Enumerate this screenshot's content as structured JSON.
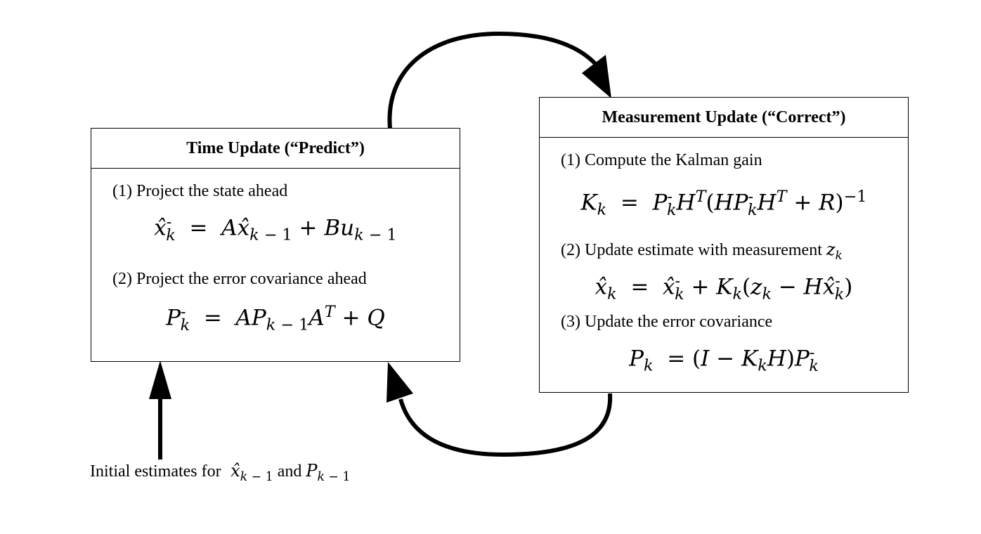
{
  "time_update": {
    "title": "Time Update (“Predict”)",
    "step1_label": "(1) Project the state ahead",
    "step1_equation": "x̂⁻ₖ = A x̂ₖ₋₁ + B uₖ₋₁",
    "step2_label": "(2) Project the error covariance ahead",
    "step2_equation": "P⁻ₖ = A Pₖ₋₁ Aᵀ + Q"
  },
  "measurement_update": {
    "title": "Measurement Update (“Correct”)",
    "step1_label": "(1) Compute the Kalman gain",
    "step1_equation": "Kₖ = P⁻ₖ Hᵀ (H P⁻ₖ Hᵀ + R)⁻¹",
    "step2_label": "(2) Update estimate with measurement",
    "step2_symbol": "zₖ",
    "step2_equation": "x̂ₖ = x̂⁻ₖ + Kₖ(zₖ − H x̂⁻ₖ)",
    "step3_label": "(3) Update the error covariance",
    "step3_equation": "Pₖ = (I − Kₖ H) P⁻ₖ"
  },
  "initial": {
    "text_before": "Initial estimates for",
    "symbol1": "x̂ₖ₋₁",
    "text_middle": "and",
    "symbol2": "Pₖ₋₁"
  }
}
